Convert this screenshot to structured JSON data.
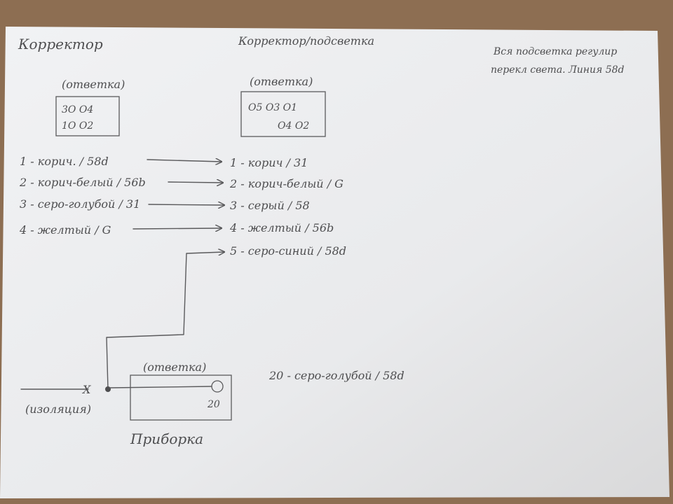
{
  "diagram": {
    "left_title": "Корректор",
    "center_title": "Корректор/подсветка",
    "note_line1": "Вся подсветка регулир",
    "note_line2": "перекл света. Линия 58d",
    "conn_left": {
      "caption": "(ответка)",
      "row1": "3O  O4",
      "row2": "1O  O2"
    },
    "conn_center": {
      "caption": "(ответка)",
      "row1": "O5  O3  O1",
      "row2": "O4  O2"
    },
    "left_wires": [
      "1 - корич. / 58d",
      "2 - корич-белый / 56b",
      "3 - серо-голубой / 31",
      "4 - желтый / G"
    ],
    "right_wires": [
      "1 - корич / 31",
      "2 - корич-белый / G",
      "3 - серый / 58",
      "4 - желтый / 56b",
      "5 - серо-синий / 58d"
    ],
    "dash_caption": "(ответка)",
    "pin_number": "20",
    "dash_name": "Приборка",
    "dash_wire": "20 - серо-голубой / 58d",
    "cut_mark": "X",
    "isolation_label": "(изоляция)"
  }
}
